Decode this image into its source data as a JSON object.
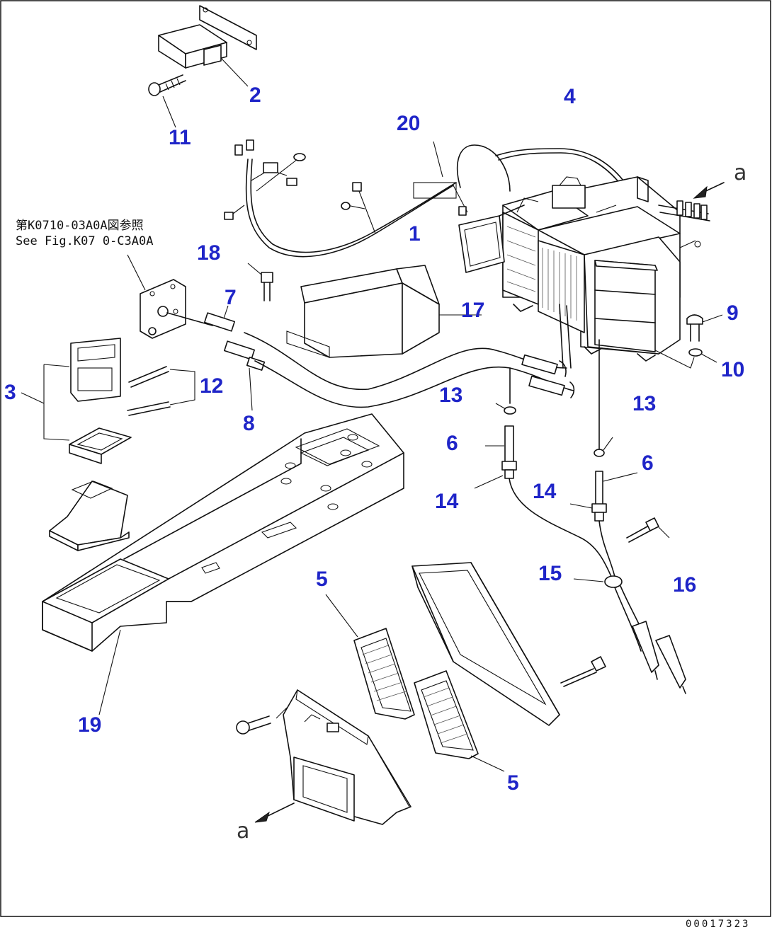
{
  "callouts": [
    {
      "id": "c2",
      "label": "2"
    },
    {
      "id": "c11",
      "label": "11"
    },
    {
      "id": "c20",
      "label": "20"
    },
    {
      "id": "c4",
      "label": "4"
    },
    {
      "id": "c1",
      "label": "1"
    },
    {
      "id": "c18",
      "label": "18"
    },
    {
      "id": "c7",
      "label": "7"
    },
    {
      "id": "c17",
      "label": "17"
    },
    {
      "id": "c9",
      "label": "9"
    },
    {
      "id": "c10",
      "label": "10"
    },
    {
      "id": "c3",
      "label": "3"
    },
    {
      "id": "c12",
      "label": "12"
    },
    {
      "id": "c8",
      "label": "8"
    },
    {
      "id": "c13a",
      "label": "13"
    },
    {
      "id": "c13b",
      "label": "13"
    },
    {
      "id": "c6a",
      "label": "6"
    },
    {
      "id": "c6b",
      "label": "6"
    },
    {
      "id": "c14a",
      "label": "14"
    },
    {
      "id": "c14b",
      "label": "14"
    },
    {
      "id": "c15",
      "label": "15"
    },
    {
      "id": "c16",
      "label": "16"
    },
    {
      "id": "c5a",
      "label": "5"
    },
    {
      "id": "c5b",
      "label": "5"
    },
    {
      "id": "c19",
      "label": "19"
    }
  ],
  "reference_note": {
    "line1": "第K0710-03A0A図参照",
    "line2": "See Fig.K07 0-C3A0A"
  },
  "view_markers": {
    "top": "a",
    "bottom": "a"
  },
  "drawing_number": "00017323"
}
